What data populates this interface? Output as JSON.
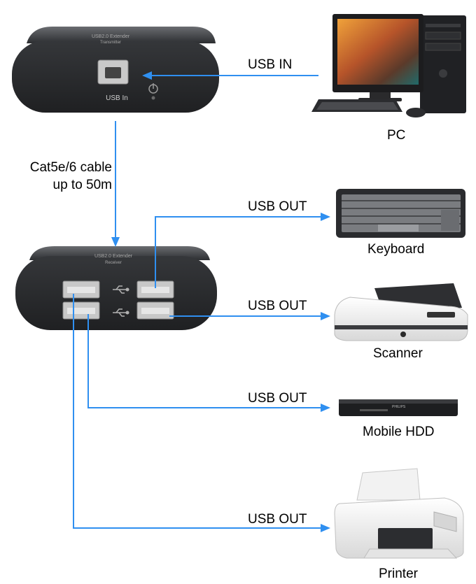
{
  "connections": {
    "usb_in": "USB IN",
    "usb_out": "USB OUT",
    "cable_line1": "Cat5e/6 cable",
    "cable_line2": "up to 50m"
  },
  "transmitter": {
    "title": "USB2.0 Extender",
    "subtitle": "Transmitter",
    "port_label": "USB  In"
  },
  "receiver": {
    "title": "USB2.0 Extender",
    "subtitle": "Receiver"
  },
  "devices": {
    "pc": "PC",
    "keyboard": "Keyboard",
    "scanner": "Scanner",
    "mobile_hdd": "Mobile HDD",
    "printer": "Printer",
    "dvd_brand": "PHILIPS"
  },
  "colors": {
    "arrow": "#2f8ff0",
    "device_body": "#3b3d40"
  }
}
